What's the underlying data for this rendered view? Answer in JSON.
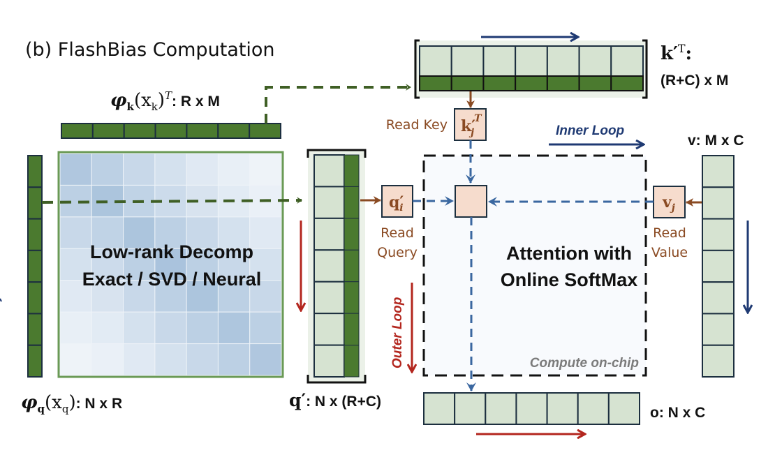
{
  "title": "(b) FlashBias Computation",
  "labels": {
    "phi_k_main": "φ",
    "phi_k_sub": "k",
    "phi_k_arg": "(x",
    "phi_k_arg_sub": "k",
    "phi_k_close": ")",
    "phi_k_sup": "T",
    "phi_k_dims": ": R x M",
    "phi_q_main": "φ",
    "phi_q_sub": "q",
    "phi_q_arg": "(x",
    "phi_q_arg_sub": "q",
    "phi_q_close": ")",
    "phi_q_dims": ": N x R",
    "q_prime_sym": "q′",
    "q_prime_dims": ": N x (R+C)",
    "k_prime_sym": "k′",
    "k_prime_sup": "T",
    "k_prime_colon": ":",
    "k_prime_dims": "(R+C) x M",
    "v_label": "v: M x C",
    "o_label": "o: N x C",
    "kj_sym": "k′",
    "kj_sub": "j",
    "kj_sup": "T",
    "qi_sym": "q′",
    "qi_sub": "i",
    "vj_sym": "v",
    "vj_sub": "j",
    "read_key": "Read Key",
    "read_query_1": "Read",
    "read_query_2": "Query",
    "read_value_1": "Read",
    "read_value_2": "Value",
    "inner_loop": "Inner Loop",
    "outer_loop": "Outer Loop",
    "decomp_line1": "Low-rank Decomp",
    "decomp_line2": "Exact / SVD / Neural",
    "attention_line1": "Attention with",
    "attention_line2": "Online SoftMax",
    "compute_onchip": "Compute on-chip"
  },
  "grid": {
    "cells_per_vector": 7,
    "heatmap_intensity": [
      [
        0.85,
        0.7,
        0.55,
        0.4,
        0.25,
        0.15,
        0.08
      ],
      [
        0.7,
        0.9,
        0.65,
        0.5,
        0.35,
        0.22,
        0.12
      ],
      [
        0.55,
        0.65,
        0.9,
        0.7,
        0.55,
        0.4,
        0.25
      ],
      [
        0.4,
        0.5,
        0.7,
        0.92,
        0.7,
        0.55,
        0.4
      ],
      [
        0.25,
        0.35,
        0.55,
        0.7,
        0.9,
        0.7,
        0.55
      ],
      [
        0.15,
        0.22,
        0.4,
        0.55,
        0.7,
        0.88,
        0.7
      ],
      [
        0.08,
        0.12,
        0.25,
        0.4,
        0.55,
        0.7,
        0.85
      ]
    ]
  },
  "colors": {
    "dark_green": "#4b7a2f",
    "light_green": "#d6e3d1",
    "panel_bg": "#ebf1e8",
    "cell_border": "#1c2f3f",
    "heat_low": "#f4f7fb",
    "heat_high": "#a4bfda",
    "heat_border": "#6a9a55",
    "peach": "#f6dccd",
    "brown": "#8a4a22",
    "blue_dash": "#3a67a0",
    "navy": "#1f3a73",
    "red": "#b3261e",
    "dash_green": "#3f5f25",
    "onchip_bg": "#f8fafd"
  }
}
